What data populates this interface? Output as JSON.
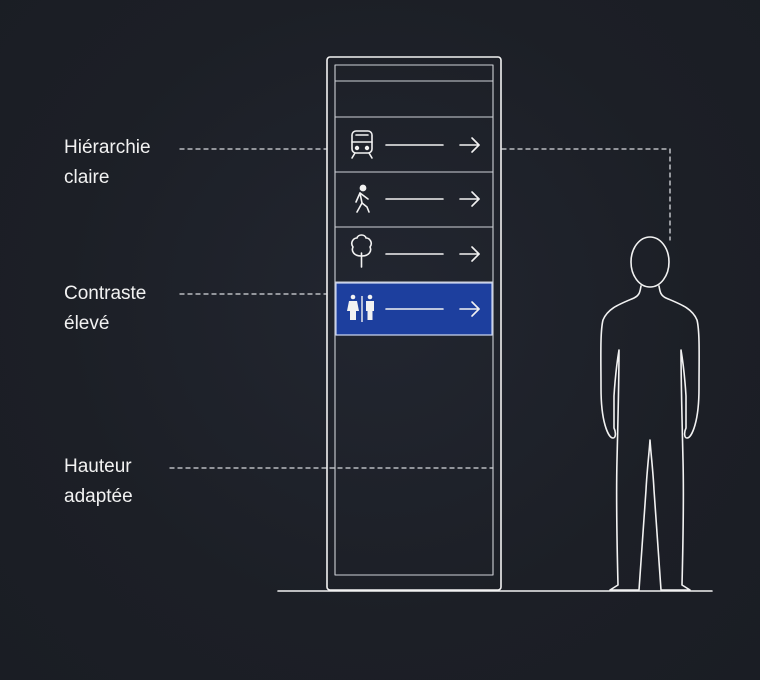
{
  "annotations": {
    "hierarchy": {
      "line1": "Hiérarchie",
      "line2": "claire"
    },
    "contrast": {
      "line1": "Contraste",
      "line2": "élevé"
    },
    "height": {
      "line1": "Hauteur",
      "line2": "adaptée"
    }
  },
  "sign_rows": [
    {
      "icon": "train-icon",
      "highlighted": false
    },
    {
      "icon": "pedestrian-icon",
      "highlighted": false
    },
    {
      "icon": "tree-icon",
      "highlighted": false
    },
    {
      "icon": "restroom-icon",
      "highlighted": true
    }
  ],
  "colors": {
    "background": "#1c1f26",
    "line": "#f2f2f2",
    "highlight": "#1d3f9e"
  }
}
